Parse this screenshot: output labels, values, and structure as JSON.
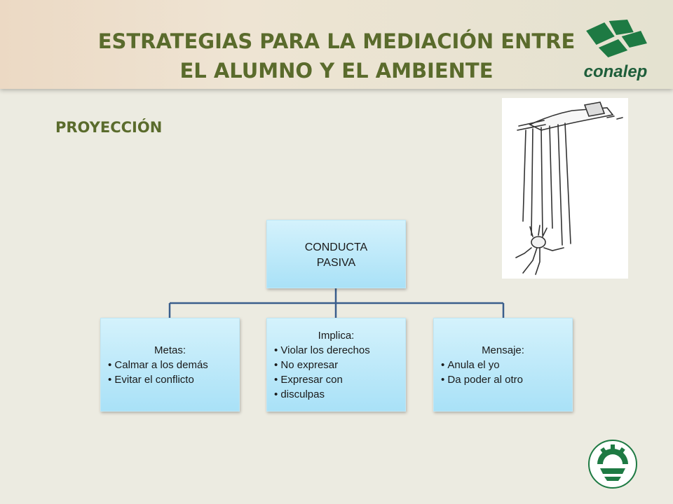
{
  "header": {
    "title_line1": "ESTRATEGIAS PARA LA MEDIACIÓN ENTRE",
    "title_line2": "EL ALUMNO Y EL AMBIENTE",
    "logo_text": "conalep"
  },
  "section": {
    "subtitle": "PROYECCIÓN"
  },
  "diagram": {
    "root": {
      "line1": "CONDUCTA",
      "line2": "PASIVA"
    },
    "children": [
      {
        "head": "Metas:",
        "items": [
          "Calmar a los demás",
          "Evitar el conflicto"
        ]
      },
      {
        "head": "Implica:",
        "items": [
          "Violar los derechos",
          "No expresar",
          "Expresar con",
          "disculpas"
        ]
      },
      {
        "head": "Mensaje:",
        "items": [
          "Anula el yo",
          "Da poder al otro"
        ]
      }
    ]
  },
  "colors": {
    "title": "#5a6b2c",
    "connector": "#3a5e8c",
    "box_top": "#d4f2fc",
    "box_bottom": "#a9e1f7",
    "logo_green": "#1e7a43"
  },
  "icons": {
    "logo": "conalep-logo-icon",
    "illustration": "puppet-hand-icon",
    "seal": "conalep-seal-icon"
  }
}
